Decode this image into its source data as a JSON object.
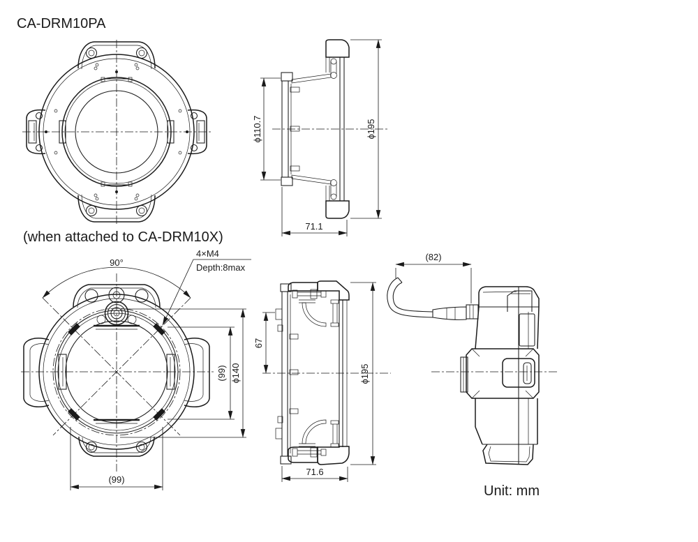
{
  "page": {
    "title": "CA-DRM10PA",
    "caption": "(when attached to CA-DRM10X)",
    "unit_label": "Unit: mm"
  },
  "colors": {
    "line": "#1a1a1a",
    "background": "#ffffff"
  },
  "views": {
    "section_view": {
      "dim_inner_diameter": "ϕ110.7",
      "dim_outer_diameter": "ϕ195",
      "dim_depth": "71.1"
    },
    "attached_front_view": {
      "dim_angle": "90°",
      "screw_spec": "4×M4",
      "screw_depth": "Depth:8max",
      "dim_height_ref": "(99)",
      "dim_bolt_circle": "ϕ140",
      "dim_width_ref": "(99)"
    },
    "attached_section_view": {
      "dim_offset": "67",
      "dim_outer_diameter": "ϕ195",
      "dim_depth": "71.6"
    },
    "attached_side_view": {
      "dim_cable_clearance": "(82)"
    }
  }
}
